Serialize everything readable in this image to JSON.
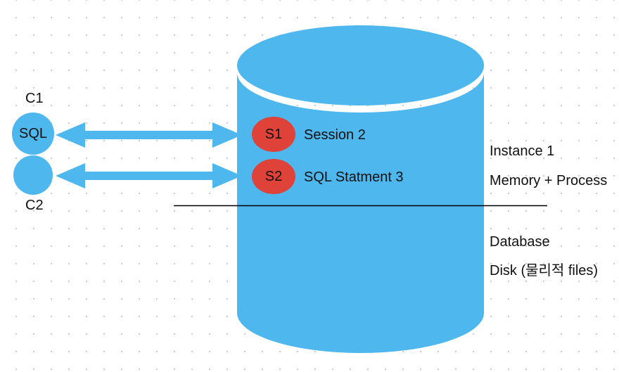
{
  "colors": {
    "shape_blue": "#4EB7EE",
    "session_red": "#DF4238",
    "text": "#111111",
    "divider_line": "#000000",
    "grid_dot": "#C8C8C8"
  },
  "clients": {
    "c1_label": "C1",
    "c1_circle_text": "SQL",
    "c2_label": "C2"
  },
  "instance_box": {
    "sessions": [
      {
        "badge": "S1",
        "label": "Session 2"
      },
      {
        "badge": "S2",
        "label": "SQL Statment 3"
      }
    ]
  },
  "annotations": {
    "instance": "Instance 1",
    "memory": "Memory + Process",
    "database": "Database",
    "disk": "Disk (물리적 files)"
  }
}
